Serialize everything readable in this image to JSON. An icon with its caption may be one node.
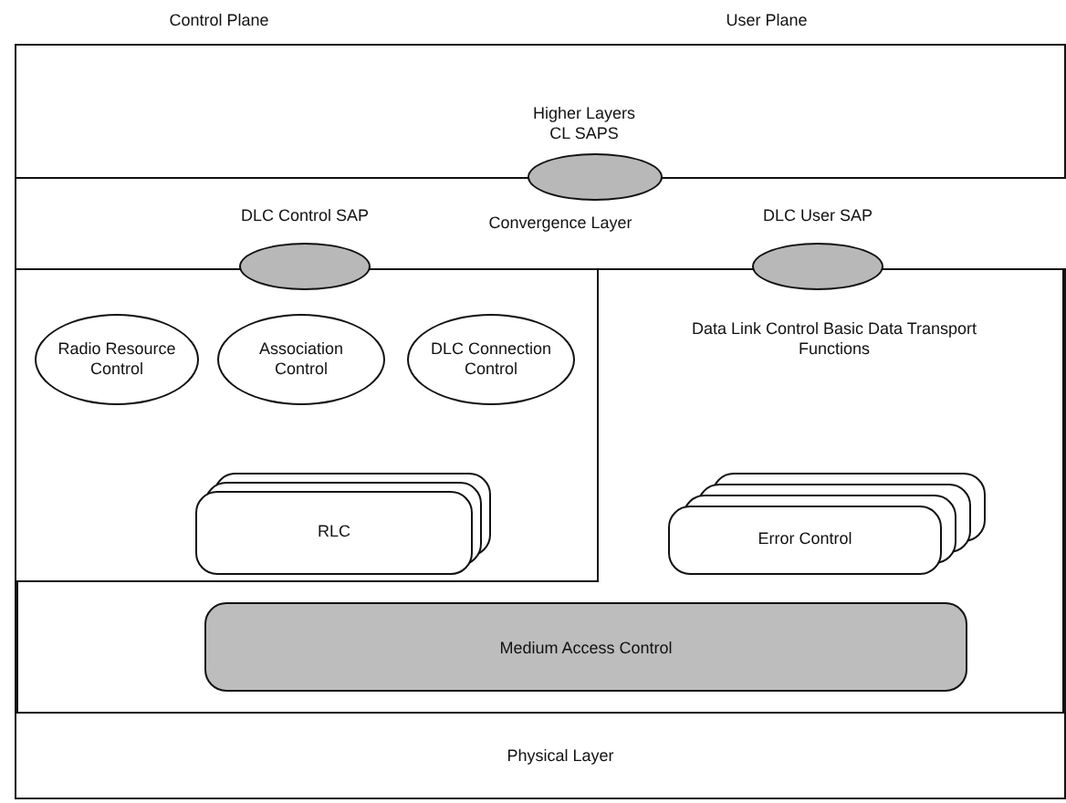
{
  "diagram": {
    "nodes": [
      {
        "text": [
          "Higher Layers CL SAPS"
        ]
      },
      {
        "text": [],
        "shape": "ellipse"
      },
      {
        "text": [
          "Convergence Layer"
        ]
      },
      {
        "text": [],
        "shape": "ellipse"
      },
      {
        "text": [],
        "shape": "ellipse"
      },
      {
        "text": [],
        "shape": "box"
      },
      {
        "text": [
          "Radio Resource Control"
        ],
        "in": 5
      },
      {
        "text": [
          "Association Control"
        ],
        "in": 5
      },
      {
        "text": [
          "DLC Connection Control"
        ],
        "in": 5
      },
      {
        "text": [
          "RLC"
        ],
        "in": 5
      },
      {
        "text": [
          "Data Link Control Basic Data Transport Functions"
        ]
      },
      {
        "text": [
          "Error Control"
        ],
        "in": 10
      },
      {
        "text": [
          "Medium Access Control"
        ]
      },
      {
        "text": [
          "Physical Layer"
        ]
      }
    ],
    "edges": [],
    "labels": [
      "Control Plane",
      "User Plane",
      "DLC Control SAP",
      "DLC User SAP"
    ]
  }
}
